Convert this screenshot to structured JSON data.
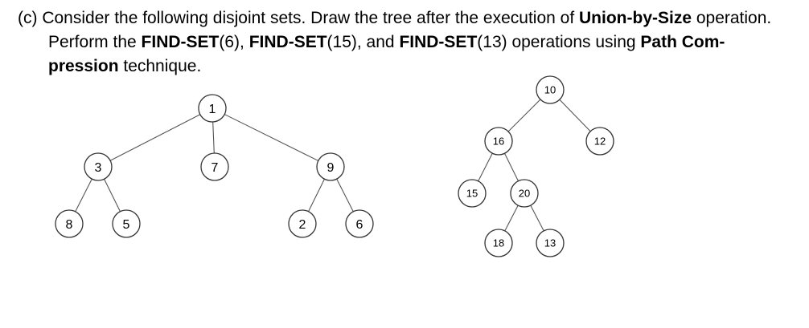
{
  "question": {
    "line1": {
      "prefix": "(c) Consider the following disjoint sets. Draw the tree after the execution of ",
      "bold1": "Union-by-Size",
      "suffix": " operation."
    },
    "line2": {
      "t1": "Perform the ",
      "b1": "FIND-SET",
      "a1": "(6), ",
      "b2": "FIND-SET",
      "a2": "(15), and ",
      "b3": "FIND-SET",
      "a3": "(13) operations using ",
      "b4": "Path Com-"
    },
    "line3": {
      "b1": "pression",
      "t1": " technique."
    }
  },
  "trees": [
    {
      "nodes": [
        {
          "id": "n1",
          "label": "1"
        },
        {
          "id": "n3",
          "label": "3"
        },
        {
          "id": "n7",
          "label": "7"
        },
        {
          "id": "n9",
          "label": "9"
        },
        {
          "id": "n8",
          "label": "8"
        },
        {
          "id": "n5",
          "label": "5"
        },
        {
          "id": "n2",
          "label": "2"
        },
        {
          "id": "n6",
          "label": "6"
        }
      ],
      "edges": [
        [
          "n1",
          "n3"
        ],
        [
          "n1",
          "n7"
        ],
        [
          "n1",
          "n9"
        ],
        [
          "n3",
          "n8"
        ],
        [
          "n3",
          "n5"
        ],
        [
          "n9",
          "n2"
        ],
        [
          "n9",
          "n6"
        ]
      ]
    },
    {
      "nodes": [
        {
          "id": "n10",
          "label": "10"
        },
        {
          "id": "n16",
          "label": "16"
        },
        {
          "id": "n12",
          "label": "12"
        },
        {
          "id": "n15",
          "label": "15"
        },
        {
          "id": "n20",
          "label": "20"
        },
        {
          "id": "n18",
          "label": "18"
        },
        {
          "id": "n13",
          "label": "13"
        }
      ],
      "edges": [
        [
          "n10",
          "n16"
        ],
        [
          "n10",
          "n12"
        ],
        [
          "n16",
          "n15"
        ],
        [
          "n16",
          "n20"
        ],
        [
          "n20",
          "n18"
        ],
        [
          "n20",
          "n13"
        ]
      ]
    }
  ]
}
